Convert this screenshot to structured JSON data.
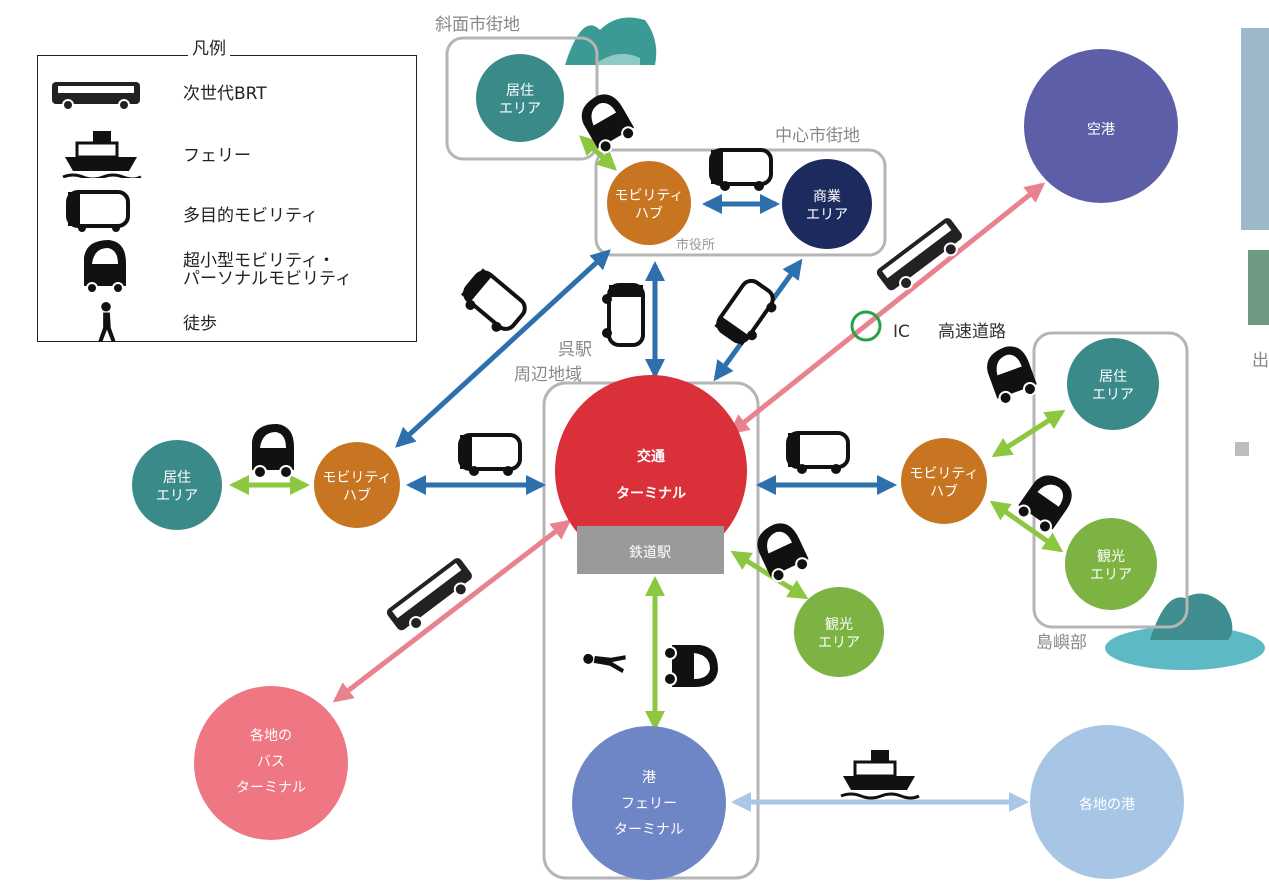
{
  "legend": {
    "title": "凡例",
    "items": {
      "brt": "次世代BRT",
      "ferry": "フェリー",
      "multi": "多目的モビリティ",
      "micro1": "超小型モビリティ・",
      "micro2": "パーソナルモビリティ",
      "walk": "徒歩"
    }
  },
  "regions": {
    "slope": "斜面市街地",
    "center": "中心市街地",
    "kure1": "呉駅",
    "kure2": "周辺地域",
    "island": "島嶼部",
    "city_hall": "市役所"
  },
  "nodes": {
    "slope_res": [
      "居住",
      "エリア"
    ],
    "center_hub": [
      "モビリティ",
      "ハブ"
    ],
    "commerce": [
      "商業",
      "エリア"
    ],
    "airport": "空港",
    "left_res": [
      "居住",
      "エリア"
    ],
    "left_hub": [
      "モビリティ",
      "ハブ"
    ],
    "terminal": [
      "交通",
      "ターミナル"
    ],
    "station": "鉄道駅",
    "right_hub": [
      "モビリティ",
      "ハブ"
    ],
    "right_res": [
      "居住",
      "エリア"
    ],
    "right_tour": [
      "観光",
      "エリア"
    ],
    "center_tour": [
      "観光",
      "エリア"
    ],
    "bus": [
      "各地の",
      "バス",
      "ターミナル"
    ],
    "port": [
      "港",
      "フェリー",
      "ターミナル"
    ],
    "other_port": "各地の港"
  },
  "ic": {
    "ic": "IC",
    "highway": "高速道路"
  },
  "partial": {
    "de": "出"
  },
  "colors": {
    "teal": "#3B8A8A",
    "orange": "#C87522",
    "navy": "#1D2A5E",
    "purple": "#5C5FA8",
    "red": "#D9303A",
    "green": "#7CB342",
    "pink": "#EF7683",
    "blue_port": "#6F86C6",
    "light_blue": "#A7C6E6",
    "arrow_blue": "#2E6FAE",
    "arrow_green": "#8DC63F",
    "arrow_pink": "#E8828F",
    "arrow_light": "#A9C8E8",
    "region_border": "#B5B5B5",
    "station_box": "#9A9A9A"
  },
  "icons": [
    "bus-icon",
    "ferry-icon",
    "multi-mobility-icon",
    "micro-mobility-icon",
    "walking-person-icon"
  ]
}
